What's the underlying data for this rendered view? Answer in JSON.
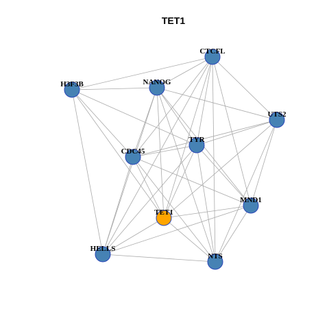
{
  "graph": {
    "title": "TET1",
    "colors": {
      "node": "#4682B4",
      "highlight": "#FFA500",
      "edge": "#aaaaaa",
      "node_border": "#2a46b8"
    },
    "nodes": [
      {
        "id": "CTCFL",
        "label": "CTCFL",
        "highlight": false
      },
      {
        "id": "H3F3B",
        "label": "H3F3B",
        "highlight": false
      },
      {
        "id": "NANOG",
        "label": "NANOG",
        "highlight": false
      },
      {
        "id": "UTS2",
        "label": "UTS2",
        "highlight": false
      },
      {
        "id": "TYR",
        "label": "TYR",
        "highlight": false
      },
      {
        "id": "CDC45",
        "label": "CDC45",
        "highlight": false
      },
      {
        "id": "MND1",
        "label": "MND1",
        "highlight": false
      },
      {
        "id": "TET1",
        "label": "TET1",
        "highlight": true
      },
      {
        "id": "HELLS",
        "label": "HELLS",
        "highlight": false
      },
      {
        "id": "NTS",
        "label": "NTS",
        "highlight": false
      }
    ],
    "edges": [
      [
        "CTCFL",
        "H3F3B"
      ],
      [
        "CTCFL",
        "NANOG"
      ],
      [
        "CTCFL",
        "UTS2"
      ],
      [
        "CTCFL",
        "TYR"
      ],
      [
        "CTCFL",
        "CDC45"
      ],
      [
        "CTCFL",
        "MND1"
      ],
      [
        "CTCFL",
        "TET1"
      ],
      [
        "CTCFL",
        "HELLS"
      ],
      [
        "CTCFL",
        "NTS"
      ],
      [
        "H3F3B",
        "NANOG"
      ],
      [
        "H3F3B",
        "TYR"
      ],
      [
        "H3F3B",
        "CDC45"
      ],
      [
        "H3F3B",
        "TET1"
      ],
      [
        "H3F3B",
        "HELLS"
      ],
      [
        "NANOG",
        "UTS2"
      ],
      [
        "NANOG",
        "TYR"
      ],
      [
        "NANOG",
        "CDC45"
      ],
      [
        "NANOG",
        "MND1"
      ],
      [
        "NANOG",
        "TET1"
      ],
      [
        "NANOG",
        "HELLS"
      ],
      [
        "NANOG",
        "NTS"
      ],
      [
        "UTS2",
        "TYR"
      ],
      [
        "UTS2",
        "CDC45"
      ],
      [
        "UTS2",
        "MND1"
      ],
      [
        "UTS2",
        "TET1"
      ],
      [
        "UTS2",
        "NTS"
      ],
      [
        "TYR",
        "CDC45"
      ],
      [
        "TYR",
        "MND1"
      ],
      [
        "TYR",
        "TET1"
      ],
      [
        "TYR",
        "NTS"
      ],
      [
        "TYR",
        "HELLS"
      ],
      [
        "CDC45",
        "MND1"
      ],
      [
        "CDC45",
        "TET1"
      ],
      [
        "CDC45",
        "HELLS"
      ],
      [
        "CDC45",
        "NTS"
      ],
      [
        "MND1",
        "TET1"
      ],
      [
        "MND1",
        "HELLS"
      ],
      [
        "MND1",
        "NTS"
      ],
      [
        "TET1",
        "HELLS"
      ],
      [
        "TET1",
        "NTS"
      ],
      [
        "HELLS",
        "NTS"
      ]
    ]
  }
}
